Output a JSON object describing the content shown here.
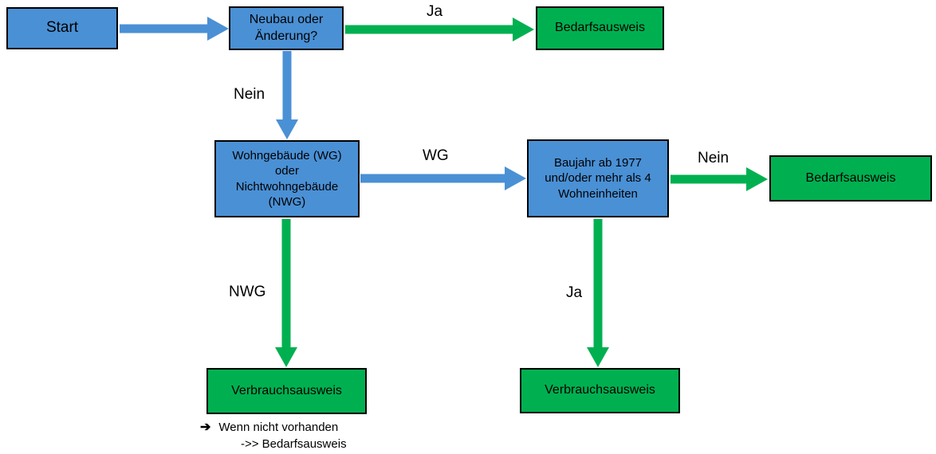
{
  "colors": {
    "blue": "#4a90d5",
    "green": "#00b050",
    "border": "#000000",
    "text": "#000000"
  },
  "nodes": {
    "start": {
      "label": "Start"
    },
    "neubau": {
      "label": "Neubau oder\nÄnderung?"
    },
    "bedarf_top": {
      "label": "Bedarfsausweis"
    },
    "gebaeude": {
      "label": "Wohngebäude (WG)\noder\nNichtwohngebäude\n(NWG)"
    },
    "baujahr": {
      "label": "Baujahr ab 1977\nund/oder mehr als 4\nWohneinheiten"
    },
    "bedarf_right": {
      "label": "Bedarfsausweis"
    },
    "verbrauch_left": {
      "label": "Verbrauchsausweis"
    },
    "verbrauch_right": {
      "label": "Verbrauchsausweis"
    }
  },
  "edge_labels": {
    "ja_top": "Ja",
    "nein_down": "Nein",
    "wg": "WG",
    "nein_right": "Nein",
    "nwg": "NWG",
    "ja_down": "Ja"
  },
  "note": {
    "bullet": "➔",
    "line1": "Wenn nicht vorhanden",
    "line2": "->> Bedarfsausweis"
  }
}
